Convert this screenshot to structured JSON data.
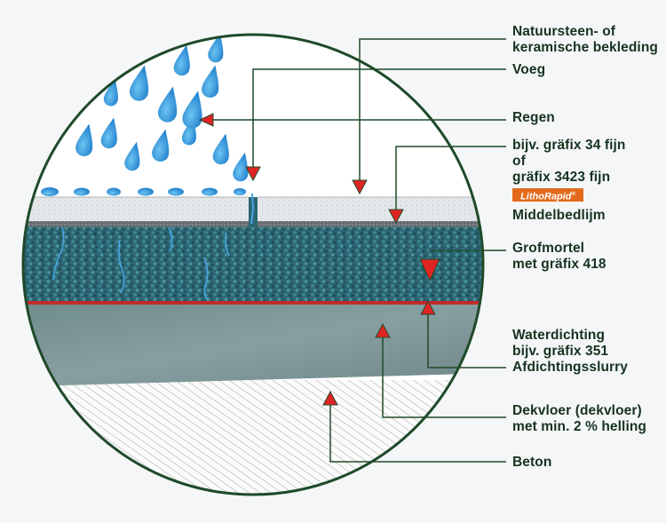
{
  "labels": {
    "natuursteen_1": "Natuursteen- of",
    "natuursteen_2": "keramische bekleding",
    "voeg": "Voeg",
    "regen": "Regen",
    "product_1": "bijv. gräfix 34 fijn",
    "product_2": "of",
    "product_3": "gräfix 3423 fijn",
    "badge": "LithoRapid",
    "badge_mark": "®",
    "middelbedlijm": "Middelbedlijm",
    "grofmortel_1": "Grofmortel",
    "grofmortel_2": "met gräfix 418",
    "waterdichting_1": "Waterdichting",
    "waterdichting_2": "bijv. gräfix 351",
    "waterdichting_3": "Afdichtingsslurry",
    "dekvloer_1": "Dekvloer (dekvloer)",
    "dekvloer_2": "met min. 2 % helling",
    "beton": "Beton"
  },
  "colors": {
    "line": "#1f4a2a",
    "arrow": "#e02424",
    "water": "#2f8fd8",
    "tile": "#e3e7e9",
    "mortar": "#2c6672",
    "membrane": "#c42a2a",
    "screed": "#7f9a9c",
    "concrete_hatch": "#9aa0a2",
    "badge": "#e36a1c"
  }
}
